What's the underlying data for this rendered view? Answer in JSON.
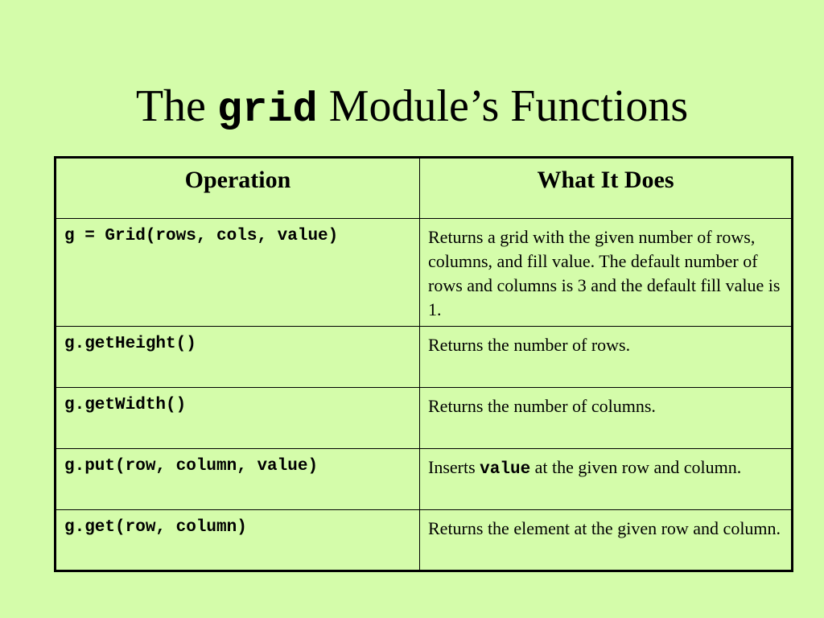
{
  "slide": {
    "title_prefix": "The ",
    "title_code": "grid",
    "title_suffix": " Module’s Functions"
  },
  "table": {
    "headers": {
      "operation": "Operation",
      "what_it_does": "What It Does"
    },
    "rows": [
      {
        "operation": "g = Grid(rows, cols, value)",
        "description": "Returns a grid with the given number of rows, columns, and fill value.  The default number of rows and columns is 3 and the default fill value is 1."
      },
      {
        "operation": "g.getHeight()",
        "description": "Returns the number of rows."
      },
      {
        "operation": "g.getWidth()",
        "description": "Returns the number of columns."
      },
      {
        "operation": "g.put(row, column, value)",
        "description_prefix": "Inserts ",
        "description_code": "value",
        "description_suffix": " at the given row and column."
      },
      {
        "operation": "g.get(row, column)",
        "description": "Returns the element at the given row and column."
      }
    ]
  }
}
